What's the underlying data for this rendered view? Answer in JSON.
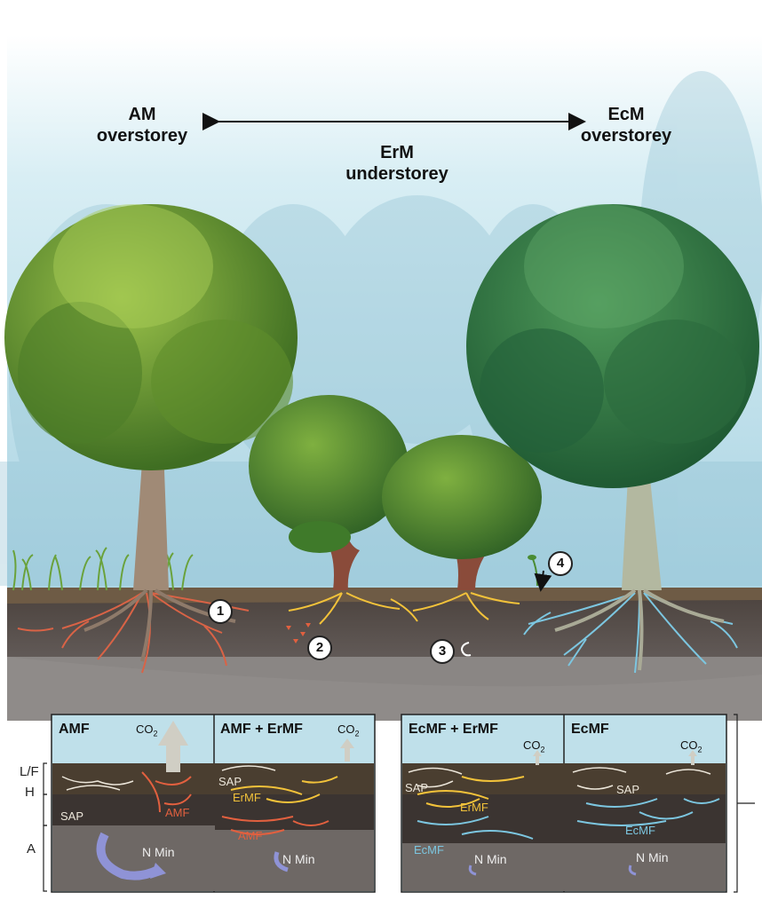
{
  "header": {
    "left_label": "AM\noverstorey",
    "center_label": "ErM\nunderstorey",
    "right_label": "EcM\noverstorey"
  },
  "markers": [
    "1",
    "2",
    "3",
    "4"
  ],
  "horizons": [
    "L/F",
    "H",
    "A"
  ],
  "panels": [
    {
      "title": "AMF",
      "co2": "CO",
      "co2_sub": "2",
      "labels": [
        "SAP",
        "AMF"
      ],
      "nmin": "N Min"
    },
    {
      "title": "AMF + ErMF",
      "co2": "CO",
      "co2_sub": "2",
      "labels": [
        "SAP",
        "ErMF",
        "AMF"
      ],
      "nmin": "N Min"
    },
    {
      "title": "EcMF + ErMF",
      "co2": "CO",
      "co2_sub": "2",
      "labels": [
        "SAP",
        "ErMF",
        "EcMF"
      ],
      "nmin": "N Min"
    },
    {
      "title": "EcMF",
      "co2": "CO",
      "co2_sub": "2",
      "labels": [
        "SAP",
        "EcMF"
      ],
      "nmin": "N Min"
    }
  ],
  "colors": {
    "sky": "#bfe0ea",
    "soil": "#5a5350",
    "amf": "#e2603f",
    "ermf": "#f2c23a",
    "ecmf": "#7cc6e0",
    "sap": "#ece6da",
    "nmin_arrow": "#8f93d6"
  }
}
